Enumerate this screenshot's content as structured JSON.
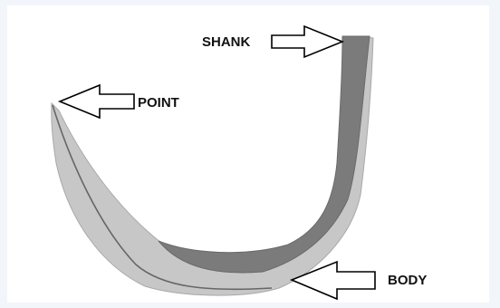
{
  "labels": {
    "shank": "SHANK",
    "point": "POINT",
    "body": "BODY"
  },
  "colors": {
    "background": "#f2f6fb",
    "panel": "#ffffff",
    "outer_shape": "#c7c7c7",
    "inner_shape": "#7b7b7b",
    "shape_edge": "#a9a9a9",
    "inner_line": "#666666",
    "arrow_fill": "#ffffff",
    "arrow_stroke": "#000000",
    "text": "#111111"
  }
}
